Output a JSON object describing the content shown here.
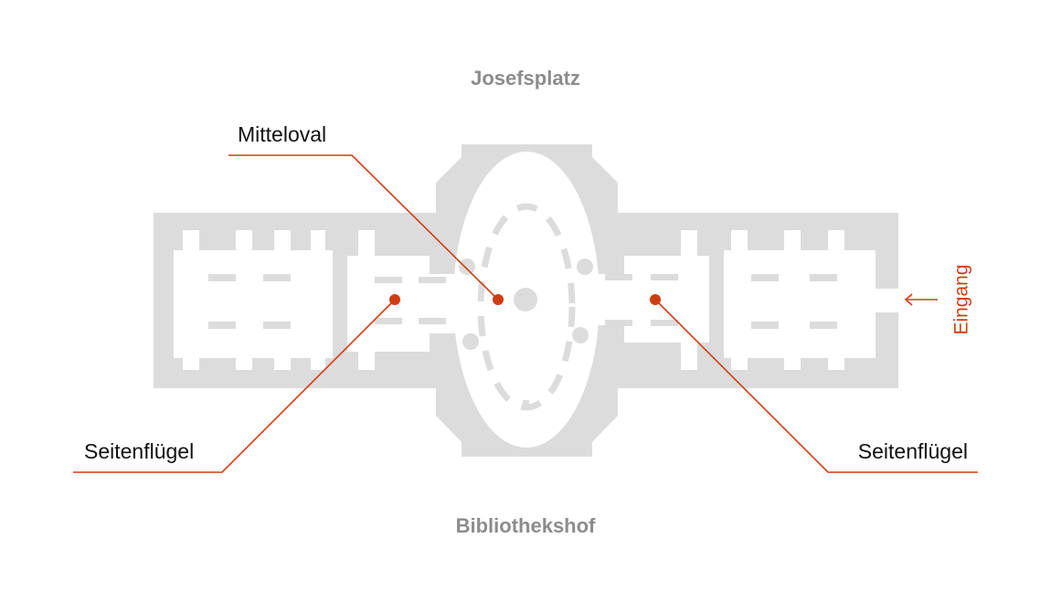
{
  "colors": {
    "wall": "#dcdcdc",
    "floor": "#ffffff",
    "accent": "#cf3d12",
    "street_text": "#8c8c8c",
    "label_text": "#111111"
  },
  "streets": {
    "north": "Josefsplatz",
    "south": "Bibliothekshof"
  },
  "callouts": {
    "center_oval": "Mitteloval",
    "left_wing": "Seitenflügel",
    "right_wing": "Seitenflügel"
  },
  "entrance": {
    "label": "Eingang",
    "arrow_icon": "arrow-left-icon"
  }
}
